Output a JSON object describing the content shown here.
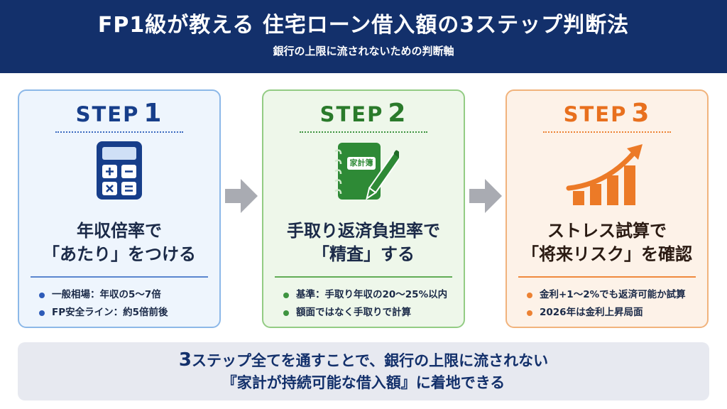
{
  "header": {
    "title": "FP1級が教える 住宅ローン借入額の3ステップ判断法",
    "subtitle": "銀行の上限に流されないための判断軸"
  },
  "steps": [
    {
      "label": "STEP",
      "number": "1",
      "icon": "calculator-icon",
      "heading_line1": "年収倍率で",
      "heading_line2": "「あたり」をつける",
      "bullets": [
        "一般相場：年収の5～7倍",
        "FP安全ライン：約5倍前後"
      ],
      "color": "#173e8a"
    },
    {
      "label": "STEP",
      "number": "2",
      "icon": "household-ledger-icon",
      "icon_text": "家計簿",
      "heading_line1": "手取り返済負担率で",
      "heading_line2": "「精査」する",
      "bullets": [
        "基準：手取り年収の20～25%以内",
        "額面ではなく手取りで計算"
      ],
      "color": "#2a7a2b"
    },
    {
      "label": "STEP",
      "number": "3",
      "icon": "rising-chart-icon",
      "heading_line1": "ストレス試算で",
      "heading_line2": "「将来リスク」を確認",
      "bullets": [
        "金利+1～2%でも返済可能か試算",
        "2026年は金利上昇局面"
      ],
      "color": "#e8701e"
    }
  ],
  "footer": {
    "line1_number": "3",
    "line1_rest": "ステップ全てを通すことで、銀行の上限に流されない",
    "line2": "『家計が持続可能な借入額』に着地できる"
  }
}
